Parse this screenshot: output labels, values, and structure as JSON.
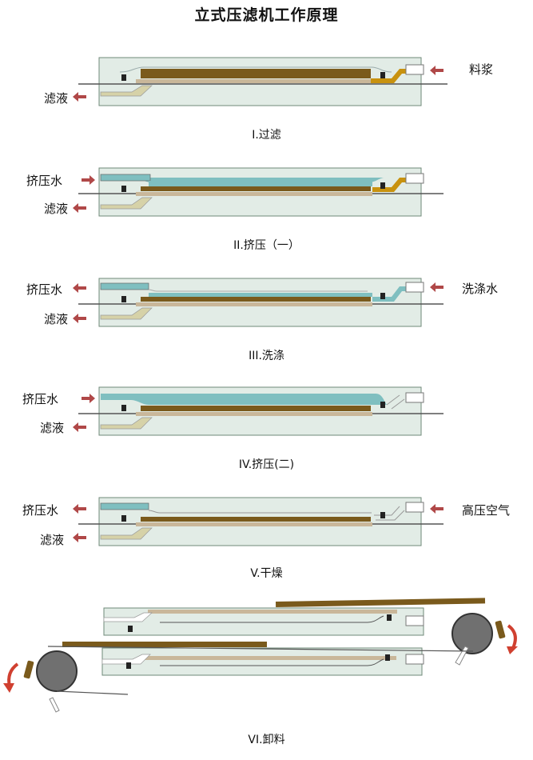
{
  "title": "立式压滤机工作原理",
  "colors": {
    "frame": "#e2ece6",
    "cake": "#7a5a1c",
    "slurry": "#c8920f",
    "water": "#7fbfc0",
    "filtrate": "#d6d2a8",
    "arrow": "#b04848",
    "roller": "#707070"
  },
  "steps": [
    {
      "caption": "I.过滤",
      "left_top": "",
      "left_bottom": "滤液",
      "right": "料浆"
    },
    {
      "caption": "II.挤压（一）",
      "left_top": "挤压水",
      "left_bottom": "滤液",
      "right": ""
    },
    {
      "caption": "III.洗涤",
      "left_top": "挤压水",
      "left_bottom": "滤液",
      "right": "洗涤水"
    },
    {
      "caption": "IV.挤压(二)",
      "left_top": "挤压水",
      "left_bottom": "滤液",
      "right": ""
    },
    {
      "caption": "V.干燥",
      "left_top": "挤压水",
      "left_bottom": "滤液",
      "right": "高压空气"
    },
    {
      "caption": "VI.卸料",
      "left_top": "",
      "left_bottom": "",
      "right": ""
    }
  ]
}
